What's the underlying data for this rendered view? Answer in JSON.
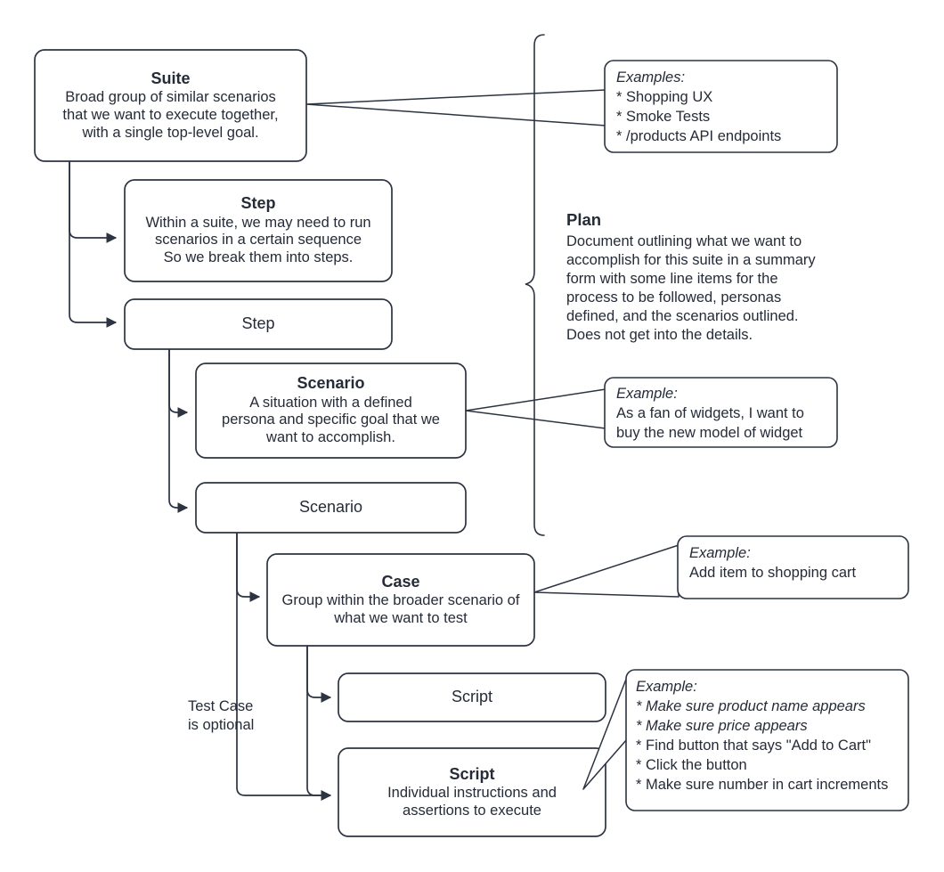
{
  "meta": {
    "diagram_title": "Test structure hierarchy: Suite / Step / Scenario / Case / Script",
    "stroke_color": "#2c3441",
    "fill_color": "#ffffff",
    "text_color": "#252b37"
  },
  "nodes": {
    "suite": {
      "title": "Suite",
      "body_lines": [
        "Broad group of similar scenarios",
        "that we want to execute together,",
        "with a single top-level goal."
      ]
    },
    "step_detail": {
      "title": "Step",
      "body_lines": [
        "Within a suite, we may need to run",
        "scenarios in a certain sequence",
        "So we break them into steps."
      ]
    },
    "step_plain": {
      "title": "Step",
      "body_lines": []
    },
    "scenario_detail": {
      "title": "Scenario",
      "body_lines": [
        "A situation with a defined",
        "persona and specific goal that we",
        "want to accomplish."
      ]
    },
    "scenario_plain": {
      "title": "Scenario",
      "body_lines": []
    },
    "case": {
      "title": "Case",
      "body_lines": [
        "Group within the broader scenario of",
        "what we want to test"
      ]
    },
    "script_plain": {
      "title": "Script",
      "body_lines": []
    },
    "script_detail": {
      "title": "Script",
      "body_lines": [
        "Individual instructions and",
        "assertions to execute"
      ]
    }
  },
  "callouts": {
    "suite_examples": {
      "lines": [
        {
          "text": "Examples:",
          "italic": true
        },
        {
          "text": "* Shopping UX",
          "italic": false
        },
        {
          "text": "* Smoke Tests",
          "italic": false
        },
        {
          "text": "* /products API endpoints",
          "italic": false
        }
      ]
    },
    "scenario_example": {
      "lines": [
        {
          "text": "Example:",
          "italic": true
        },
        {
          "text": "As a fan of widgets, I want to",
          "italic": false
        },
        {
          "text": "buy the new model of widget",
          "italic": false
        }
      ]
    },
    "case_example": {
      "lines": [
        {
          "text": "Example:",
          "italic": true
        },
        {
          "text": "Add item to shopping cart",
          "italic": false
        }
      ]
    },
    "script_example": {
      "lines": [
        {
          "text": "Example:",
          "italic": true
        },
        {
          "text": "* Make sure product name appears",
          "italic": true
        },
        {
          "text": "* Make sure price appears",
          "italic": true
        },
        {
          "text": "* Find button that says \"Add to Cart\"",
          "italic": false
        },
        {
          "text": "* Click the button",
          "italic": false
        },
        {
          "text": "* Make sure number in cart increments",
          "italic": false
        }
      ]
    }
  },
  "plan": {
    "title": "Plan",
    "body_lines": [
      "Document outlining what we want to",
      "accomplish for this suite in a summary",
      "form with some line items for the",
      "process to be followed, personas",
      "defined, and the scenarios outlined.",
      "Does not get into the details."
    ]
  },
  "labels": {
    "optional_note": {
      "lines": [
        "Test Case",
        "is optional"
      ]
    }
  }
}
